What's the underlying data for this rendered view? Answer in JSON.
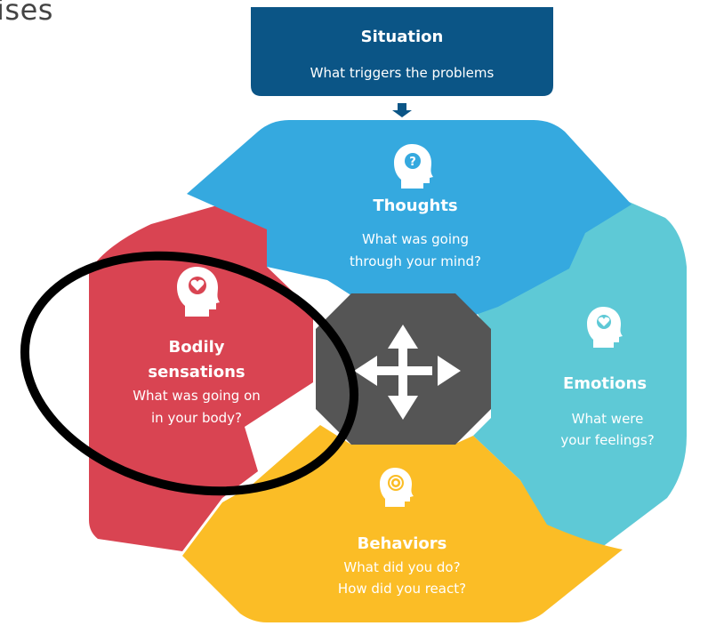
{
  "corner_text": "ises",
  "situation": {
    "title": "Situation",
    "subtitle": "What triggers the problems"
  },
  "thoughts": {
    "title": "Thoughts",
    "line1": "What was going",
    "line2": "through your mind?",
    "icon": "head-question-icon"
  },
  "bodily": {
    "title1": "Bodily",
    "title2": "sensations",
    "line1": "What was going on",
    "line2": "in your body?",
    "icon": "head-heart-icon"
  },
  "emotions": {
    "title": "Emotions",
    "line1": "What were",
    "line2": "your feelings?",
    "icon": "head-heart-icon"
  },
  "behaviors": {
    "title": "Behaviors",
    "line1": "What did you do?",
    "line2": "How did you react?",
    "icon": "head-spiral-icon"
  },
  "colors": {
    "situation": "#0b5586",
    "thoughts": "#35a9df",
    "bodily": "#d94452",
    "emotions": "#5ec9d6",
    "behaviors": "#fbbd26",
    "center": "#555555",
    "circle": "#000000"
  }
}
